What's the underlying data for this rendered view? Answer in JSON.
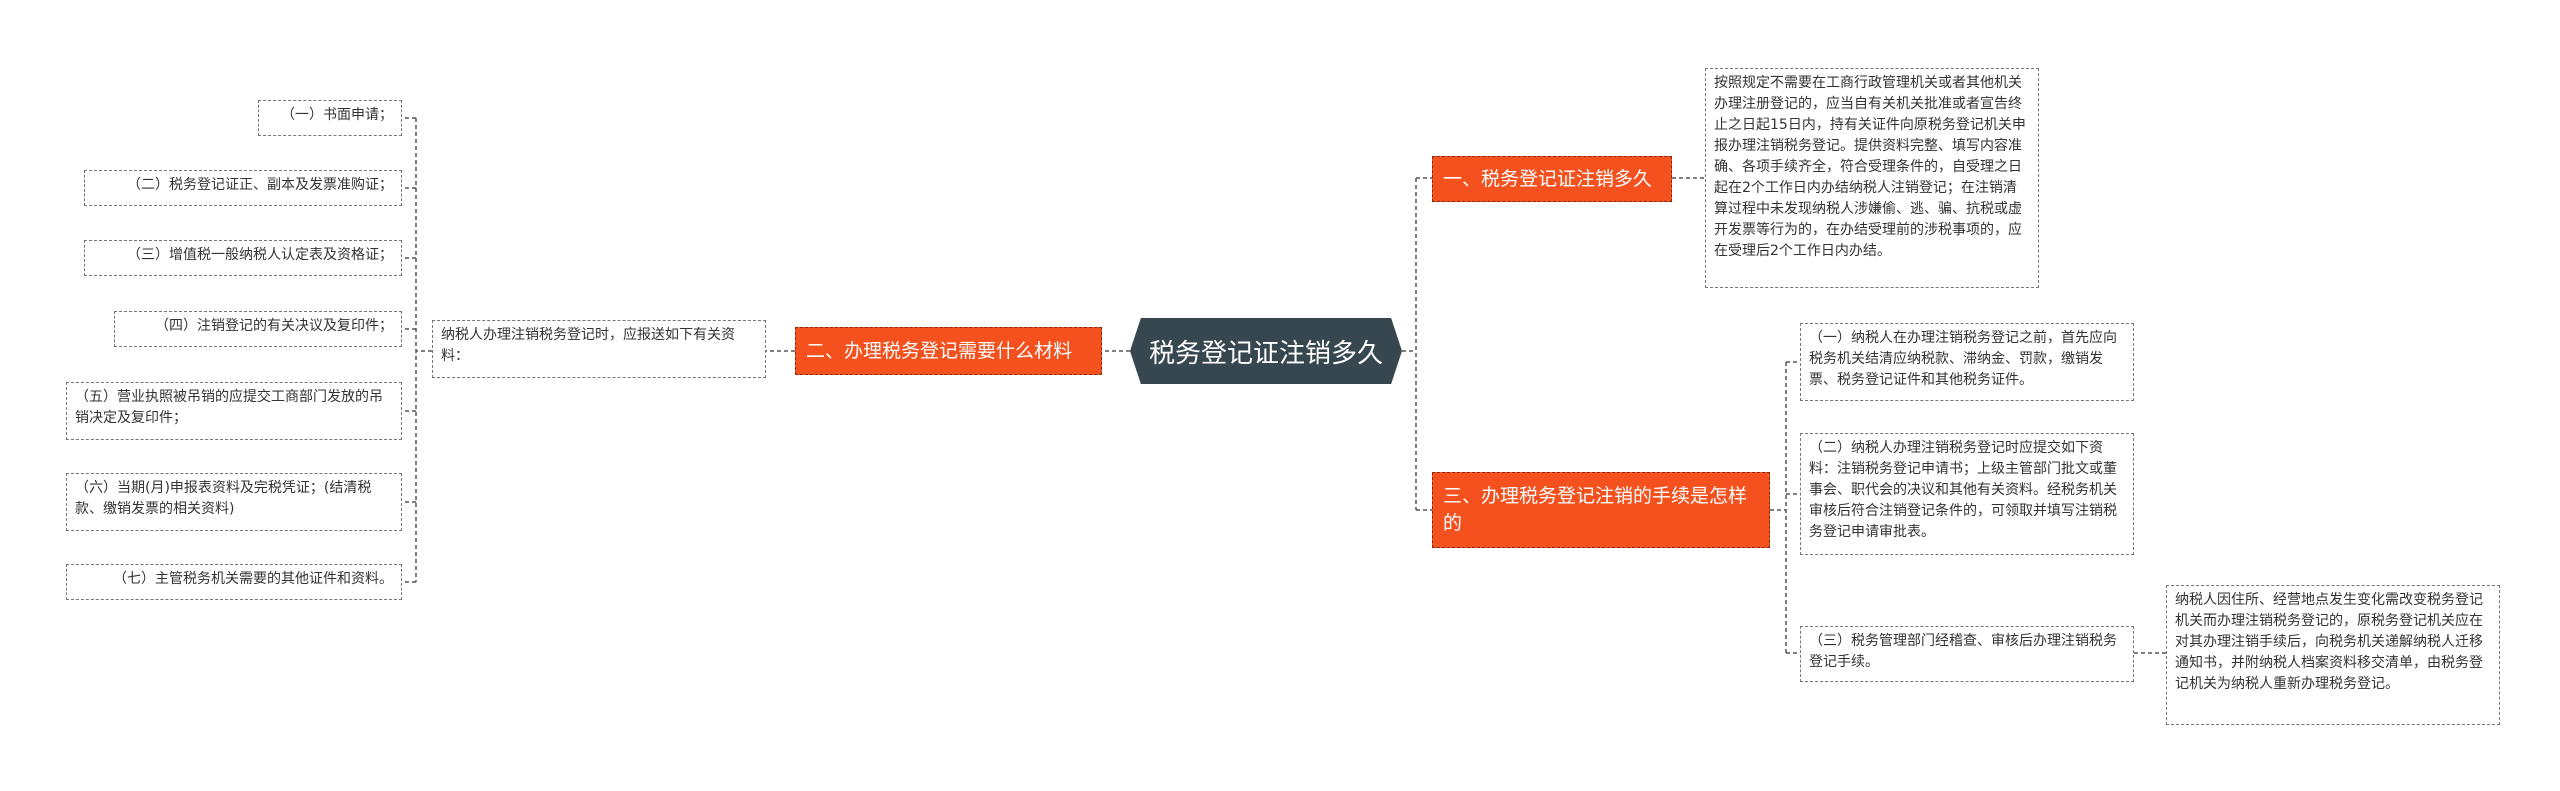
{
  "root": {
    "label": "税务登记证注销多久"
  },
  "branches": {
    "b1": {
      "label": "一、税务登记证注销多久",
      "detail": "按照规定不需要在工商行政管理机关或者其他机关办理注册登记的，应当自有关机关批准或者宣告终止之日起15日内，持有关证件向原税务登记机关申报办理注销税务登记。提供资料完整、填写内容准确、各项手续齐全，符合受理条件的，自受理之日起在2个工作日内办结纳税人注销登记；在注销清算过程中未发现纳税人涉嫌偷、逃、骗、抗税或虚开发票等行为的，在办结受理前的涉税事项的，应在受理后2个工作日内办结。"
    },
    "b2": {
      "label": "二、办理税务登记需要什么材料",
      "hub": "纳税人办理注销税务登记时，应报送如下有关资料：",
      "items": [
        "（一）书面申请；",
        "（二）税务登记证正、副本及发票准购证；",
        "（三）增值税一般纳税人认定表及资格证；",
        "（四）注销登记的有关决议及复印件；",
        "（五）营业执照被吊销的应提交工商部门发放的吊销决定及复印件；",
        "（六）当期(月)申报表资料及完税凭证；(结清税款、缴销发票的相关资料)",
        "（七）主管税务机关需要的其他证件和资料。"
      ]
    },
    "b3": {
      "label": "三、办理税务登记注销的手续是怎样的",
      "items": [
        "（一）纳税人在办理注销税务登记之前，首先应向税务机关结清应纳税款、滞纳金、罚款，缴销发票、税务登记证件和其他税务证件。",
        "（二）纳税人办理注销税务登记时应提交如下资料：注销税务登记申请书；上级主管部门批文或董事会、职代会的决议和其他有关资料。经税务机关审核后符合注销登记条件的，可领取并填写注销税务登记申请审批表。",
        "（三）税务管理部门经稽查、审核后办理注销税务登记手续。"
      ],
      "subdetail": "纳税人因住所、经营地点发生变化需改变税务登记机关而办理注销税务登记的，原税务登记机关应在对其办理注销手续后，向税务机关递解纳税人迁移通知书，并附纳税人档案资料移交清单，由税务登记机关为纳税人重新办理税务登记。"
    }
  }
}
